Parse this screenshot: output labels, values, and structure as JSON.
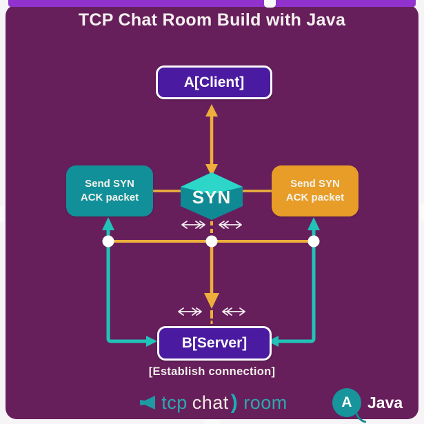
{
  "title": "TCP Chat Room Build with Java",
  "diagram": {
    "client_label": "A[Client]",
    "server_label": "B[Server]",
    "syn_label": "SYN",
    "left_packet_label": "Send SYN ACK packet",
    "right_packet_label": "Send SYN ACK packet",
    "caption": "[Establish connection]"
  },
  "footer": {
    "logo": {
      "tcp": "tcp",
      "chat": "chat",
      "paren": ")",
      "room": "room"
    },
    "java": {
      "letter": "A",
      "label": "Java"
    }
  },
  "icons": {
    "logo_speaker": "speaker-icon",
    "java_badge": "circle-a-badge"
  },
  "colors": {
    "background": "#671F5C",
    "top_stripe": "#9232CE",
    "node_purple": "#4A1BA0",
    "box_teal": "#11909A",
    "box_orange": "#E79D28",
    "arrow_yellow": "#EDAE3C",
    "arrow_teal": "#21C2B7",
    "syn_top": "#2CD6C9",
    "syn_front": "#0F8A94",
    "text_white": "#F5F0EE"
  }
}
